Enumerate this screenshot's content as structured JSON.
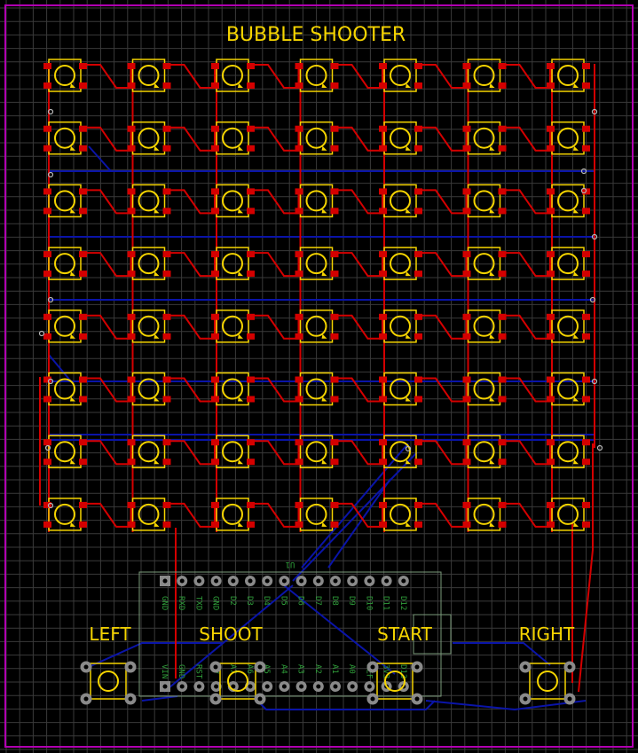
{
  "title": "BUBBLE SHOOTER",
  "matrix": {
    "rows": 8,
    "cols": 7
  },
  "module": {
    "ref": "U1",
    "top_pins": [
      "GND",
      "RXD",
      "TXD",
      "GND",
      "D2",
      "D3",
      "D4",
      "D5",
      "D6",
      "D7",
      "D8",
      "D9",
      "D10",
      "D11",
      "D12"
    ],
    "bottom_pins": [
      "VIN",
      "GND",
      "RST",
      "5V",
      "A7",
      "A6",
      "A5",
      "A4",
      "A3",
      "A2",
      "A1",
      "A0",
      "REF",
      "3V3",
      "D13"
    ]
  },
  "buttons": [
    {
      "id": "left",
      "label": "LEFT"
    },
    {
      "id": "shoot",
      "label": "SHOOT"
    },
    {
      "id": "start",
      "label": "START"
    },
    {
      "id": "right",
      "label": "RIGHT"
    }
  ],
  "colors": {
    "background": "#000000",
    "grid": "#3a3a3a",
    "board_outline": "#b000b0",
    "copper_top": "#d40000",
    "copper_bottom": "#0a14a8",
    "silkscreen": "#f5d400",
    "pad": "#d40000",
    "via": "#b8b8b8",
    "thru_pad": "#8a8a8a",
    "module_outline": "#7a9a7a",
    "pin_text": "#2f9e3a"
  }
}
